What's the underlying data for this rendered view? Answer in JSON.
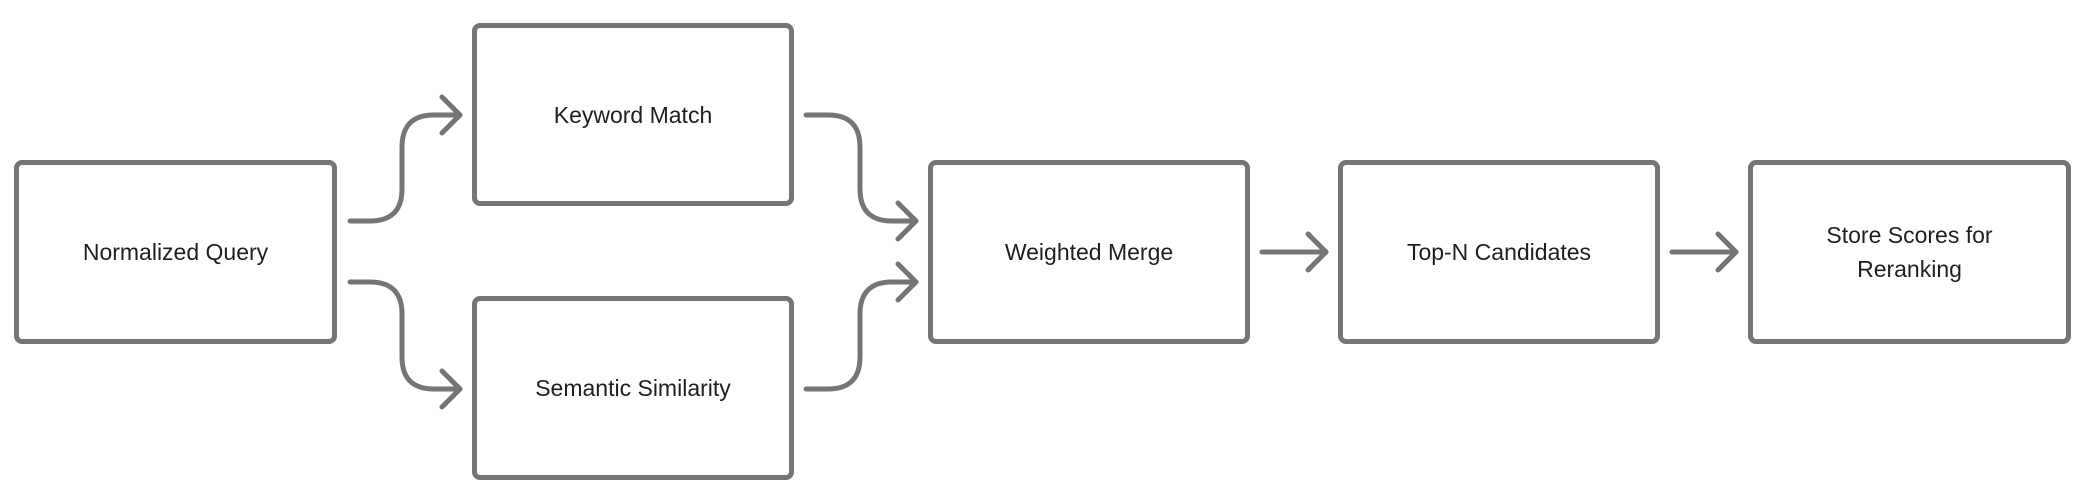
{
  "diagram": {
    "nodes": [
      {
        "id": "query",
        "label": "Normalized Query"
      },
      {
        "id": "keyword",
        "label": "Keyword Match"
      },
      {
        "id": "semantic",
        "label": "Semantic Similarity"
      },
      {
        "id": "merge",
        "label": "Weighted Merge"
      },
      {
        "id": "topn",
        "label": "Top-N Candidates"
      },
      {
        "id": "store",
        "label": "Store Scores for Reranking"
      }
    ],
    "edges": [
      {
        "from": "query",
        "to": "keyword"
      },
      {
        "from": "query",
        "to": "semantic"
      },
      {
        "from": "keyword",
        "to": "merge"
      },
      {
        "from": "semantic",
        "to": "merge"
      },
      {
        "from": "merge",
        "to": "topn"
      },
      {
        "from": "topn",
        "to": "store"
      }
    ],
    "colors": {
      "stroke": "#757575",
      "text": "#1f1f1f",
      "background": "#ffffff"
    }
  }
}
